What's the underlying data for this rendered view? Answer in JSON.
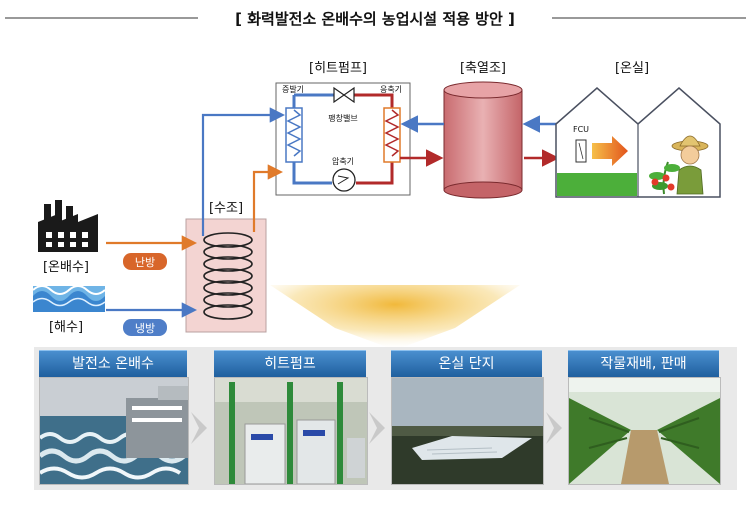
{
  "title": "[ 화력발전소 온배수의 농업시설 적용 방안 ]",
  "labels": {
    "heat_pump": "[히트펌프]",
    "storage": "[축열조]",
    "greenhouse": "[온실]",
    "water_tank": "[수조]",
    "warm_water": "[온배수]",
    "sea_water": "[해수]",
    "heating": "난방",
    "cooling": "냉방",
    "evaporator": "증발기",
    "condenser": "응축기",
    "expansion_valve": "팽창밸브",
    "compressor": "압축기",
    "fcu": "FCU"
  },
  "steps": [
    {
      "label": "발전소 온배수"
    },
    {
      "label": "히트펌프"
    },
    {
      "label": "온실 단지"
    },
    {
      "label": "작물재배, 판매"
    }
  ],
  "colors": {
    "cold_line": "#4a78c4",
    "hot_line": "#b22a2a",
    "warm_line": "#e07a2a",
    "heating_badge": "#d8662a",
    "cooling_badge": "#4f7ec8",
    "step_header": "#2d6fb3"
  }
}
